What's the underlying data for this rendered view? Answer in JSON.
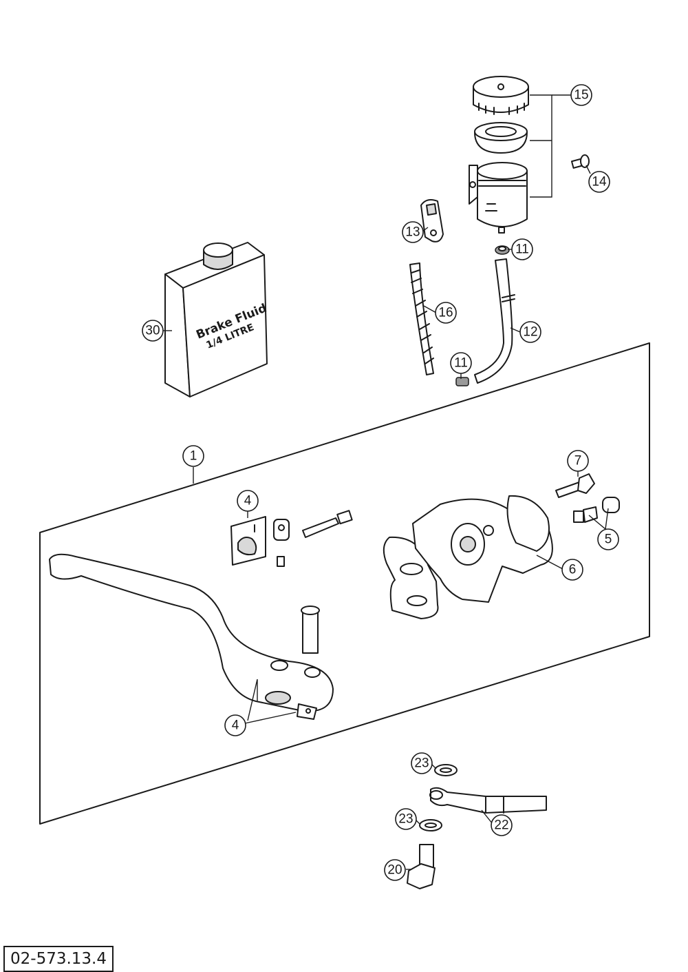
{
  "diagram": {
    "drawing_number": "02-573.13.4",
    "container_label": {
      "brand": "Brake Fluid",
      "volume": "1/4 LITRE"
    },
    "callouts": [
      {
        "id": "c15",
        "number": "15"
      },
      {
        "id": "c14",
        "number": "14"
      },
      {
        "id": "c13",
        "number": "13"
      },
      {
        "id": "c11a",
        "number": "11"
      },
      {
        "id": "c16",
        "number": "16"
      },
      {
        "id": "c12",
        "number": "12"
      },
      {
        "id": "c11b",
        "number": "11"
      },
      {
        "id": "c30",
        "number": "30"
      },
      {
        "id": "c1",
        "number": "1"
      },
      {
        "id": "c4a",
        "number": "4"
      },
      {
        "id": "c7",
        "number": "7"
      },
      {
        "id": "c5",
        "number": "5"
      },
      {
        "id": "c6",
        "number": "6"
      },
      {
        "id": "c4b",
        "number": "4"
      },
      {
        "id": "c23a",
        "number": "23"
      },
      {
        "id": "c23b",
        "number": "23"
      },
      {
        "id": "c22",
        "number": "22"
      },
      {
        "id": "c20",
        "number": "20"
      }
    ]
  }
}
